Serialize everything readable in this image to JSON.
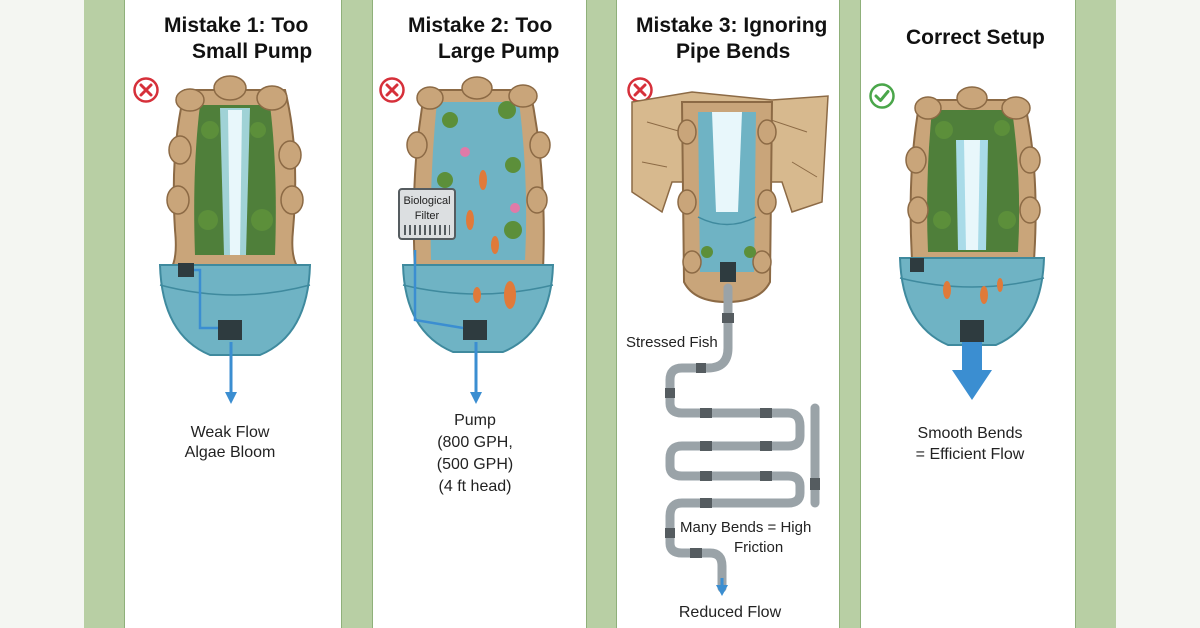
{
  "colors": {
    "frame_green": "#b8cfa4",
    "panel_white": "#ffffff",
    "water": "#6fb3c4",
    "water_deep": "#3f8a9e",
    "rock": "#c9a57a",
    "rock_dark": "#8c6a45",
    "moss": "#5c8f3a",
    "flow_arrow": "#3b8ed1",
    "pipe": "#9aa3a8",
    "pipe_joint": "#555c60",
    "error_red": "#d6303a",
    "ok_green": "#4aa64a"
  },
  "panels": [
    {
      "title_line1": "Mistake 1: Too",
      "title_line2": "Small Pump",
      "status_icon": "error-x-icon",
      "caption_line1": "Weak Flow",
      "caption_line2": "Algae Bloom"
    },
    {
      "title_line1": "Mistake 2: Too",
      "title_line2": "Large Pump",
      "status_icon": "error-x-icon",
      "filter_line1": "Biological",
      "filter_line2": "Filter",
      "caption_line1": "Pump",
      "caption_line2": "(800 GPH,",
      "caption_line3": "(500 GPH)",
      "caption_line4": "(4 ft head)"
    },
    {
      "title_line1": "Mistake 3: Ignoring",
      "title_line2": "Pipe Bends",
      "status_icon": "error-x-icon",
      "label_stressed": "Stressed Fish",
      "label_bends_line1": "Many Bends = High",
      "label_bends_line2": "Friction",
      "caption": "Reduced Flow"
    },
    {
      "title": "Correct Setup",
      "status_icon": "check-icon",
      "caption_line1": "Smooth Bends",
      "caption_line2": "= Efficient Flow"
    }
  ]
}
